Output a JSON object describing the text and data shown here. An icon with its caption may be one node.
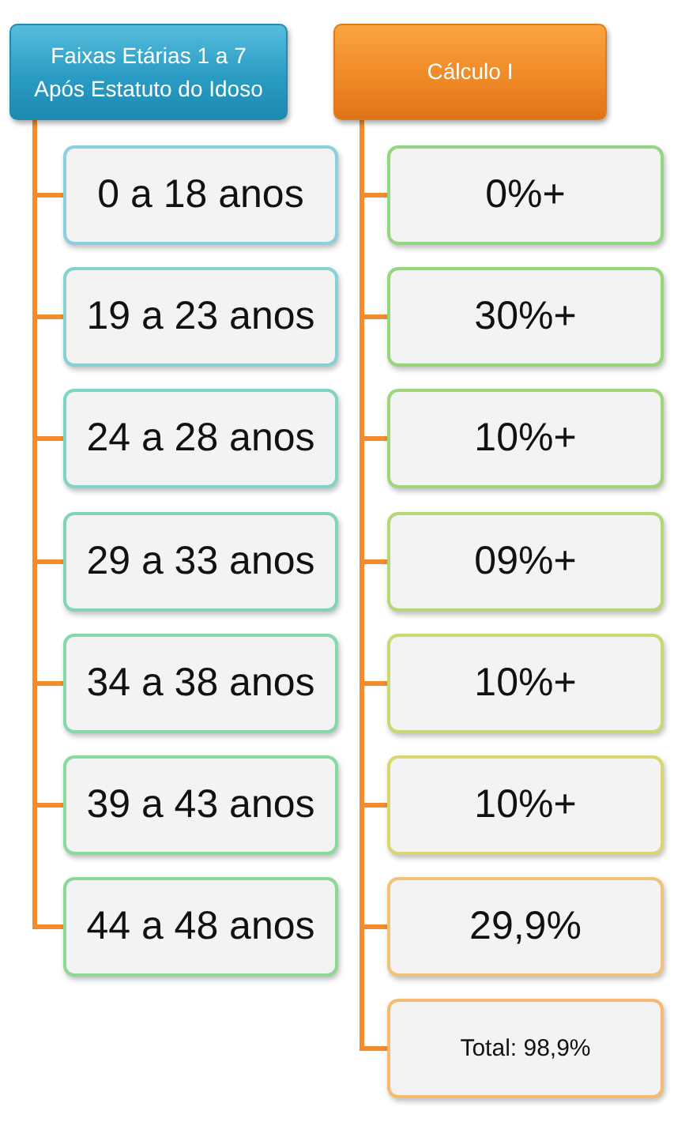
{
  "diagram": {
    "nodes": [
      {
        "text": [
          "Faixas Etárias 1 a 7 Após Estatuto do Idoso"
        ]
      },
      {
        "text": [
          "0 a 18 anos"
        ]
      },
      {
        "text": [
          "19 a 23 anos"
        ]
      },
      {
        "text": [
          "24 a 28 anos"
        ]
      },
      {
        "text": [
          "29 a 33 anos"
        ]
      },
      {
        "text": [
          "34 a 38 anos"
        ]
      },
      {
        "text": [
          "39 a 43 anos"
        ]
      },
      {
        "text": [
          "44 a 48 anos"
        ]
      },
      {
        "text": [
          "Cálculo I"
        ]
      },
      {
        "text": [
          "0%+"
        ]
      },
      {
        "text": [
          "30%+"
        ]
      },
      {
        "text": [
          "10%+"
        ]
      },
      {
        "text": [
          "09%+"
        ]
      },
      {
        "text": [
          "10%+"
        ]
      },
      {
        "text": [
          "10%+"
        ]
      },
      {
        "text": [
          "29,9%"
        ]
      },
      {
        "text": [
          "Total: 98,9%"
        ]
      }
    ],
    "edges": [
      {
        "from": 0,
        "to": 1,
        "arrow": "none"
      },
      {
        "from": 0,
        "to": 2,
        "arrow": "none"
      },
      {
        "from": 0,
        "to": 3,
        "arrow": "none"
      },
      {
        "from": 0,
        "to": 4,
        "arrow": "none"
      },
      {
        "from": 0,
        "to": 5,
        "arrow": "none"
      },
      {
        "from": 0,
        "to": 6,
        "arrow": "none"
      },
      {
        "from": 0,
        "to": 7,
        "arrow": "none"
      },
      {
        "from": 8,
        "to": 9,
        "arrow": "none"
      },
      {
        "from": 8,
        "to": 10,
        "arrow": "none"
      },
      {
        "from": 8,
        "to": 11,
        "arrow": "none"
      },
      {
        "from": 8,
        "to": 12,
        "arrow": "none"
      },
      {
        "from": 8,
        "to": 13,
        "arrow": "none"
      },
      {
        "from": 8,
        "to": 14,
        "arrow": "none"
      },
      {
        "from": 8,
        "to": 15,
        "arrow": "none"
      },
      {
        "from": 8,
        "to": 16,
        "arrow": "none"
      }
    ]
  }
}
